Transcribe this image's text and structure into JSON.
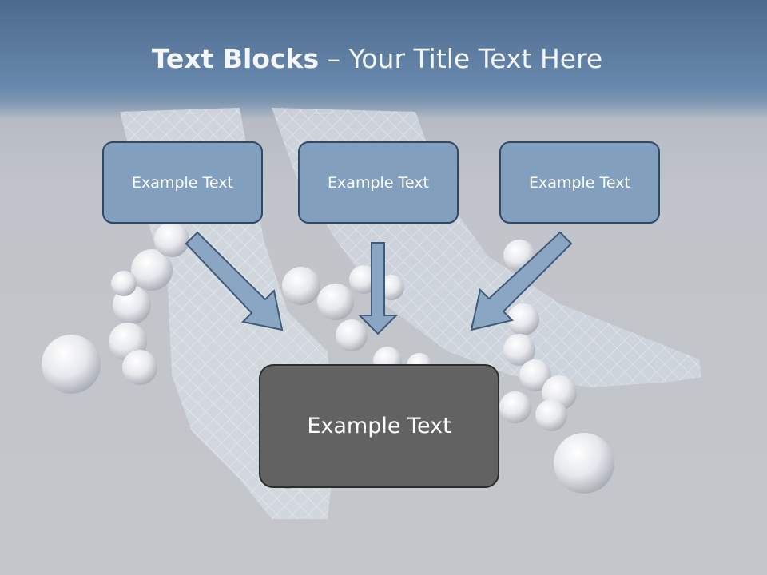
{
  "slide": {
    "title_bold": "Text Blocks",
    "title_dash": " – ",
    "title_rest": "Your Title Text Here"
  },
  "blocks": [
    {
      "label": "Example Text"
    },
    {
      "label": "Example Text"
    },
    {
      "label": "Example Text"
    }
  ],
  "main_block": {
    "label": "Example Text"
  },
  "colors": {
    "header": "#5a7aa0",
    "block_fill": "#829fbd",
    "block_border": "#2e4867",
    "main_fill": "#626262",
    "arrow_fill": "#8aa6c3"
  },
  "background_image": "crystal-slippers-with-pearls"
}
